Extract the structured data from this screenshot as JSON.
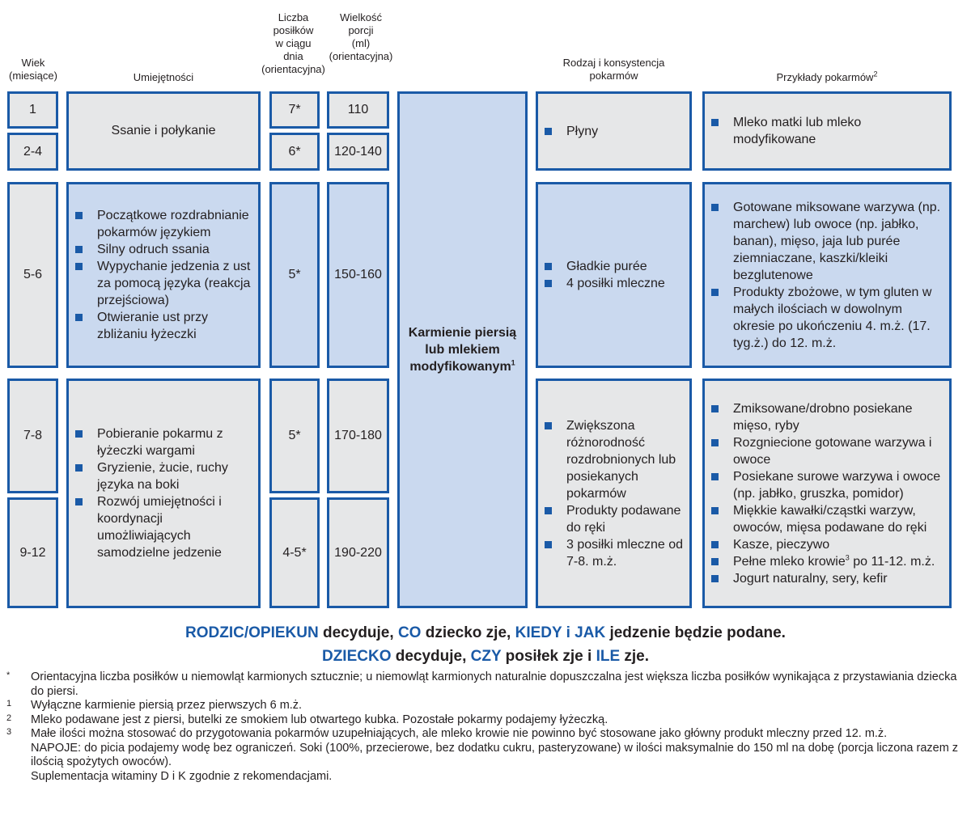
{
  "headers": {
    "age": "Wiek\n(miesiące)",
    "skills": "Umiejętności",
    "meals": "Liczba\nposiłków\nw ciągu\ndnia\n(orientacyjna)",
    "portion": "Wielkość\nporcji\n(ml)\n(orientacyjna)",
    "consistency": "Rodzaj i konsystencja\npokarmów",
    "examples": "Przykłady pokarmów",
    "examples_sup": "2"
  },
  "age": [
    "1",
    "2-4",
    "5-6",
    "7-8",
    "9-12"
  ],
  "meals": [
    "7*",
    "6*",
    "5*",
    "5*",
    "4-5*"
  ],
  "portion": [
    "110",
    "120-140",
    "150-160",
    "170-180",
    "190-220"
  ],
  "skills": {
    "row1": "Ssanie i połykanie",
    "row2": [
      "Początkowe rozdrabnianie pokarmów językiem",
      "Silny odruch ssania",
      "Wypychanie jedzenia z ust za pomocą języka (reakcja przejściowa)",
      "Otwieranie ust przy zbliżaniu łyżeczki"
    ],
    "row3": [
      "Pobieranie pokarmu z łyżeczki wargami",
      "Gryzienie, żucie, ruchy języka na boki",
      "Rozwój umiejętności i koordynacji umożliwiających samodzielne jedzenie"
    ]
  },
  "breastfeeding": {
    "text": "Karmienie piersią lub mlekiem modyfikowanym",
    "sup": "1"
  },
  "consistency": {
    "row1": [
      "Płyny"
    ],
    "row2": [
      "Gładkie purée",
      "4 posiłki mleczne"
    ],
    "row3": [
      "Zwiększona różnorodność rozdrobnionych lub posiekanych pokarmów",
      "Produkty podawane do ręki",
      "3 posiłki mleczne od 7-8. m.ż."
    ]
  },
  "examples": {
    "row1": [
      "Mleko matki lub mleko modyfikowane"
    ],
    "row2": [
      "Gotowane miksowane warzywa (np. marchew) lub owoce (np. jabłko, banan), mięso, jaja lub purée ziemniaczane, kaszki/kleiki bezglutenowe",
      "Produkty zbożowe, w tym gluten w małych ilościach w dowolnym okresie po ukończeniu 4. m.ż. (17. tyg.ż.) do 12. m.ż."
    ],
    "row3": [
      "Zmiksowane/drobno posiekane mięso, ryby",
      "Rozgniecione gotowane warzywa i owoce",
      "Posiekane surowe warzywa i owoce (np. jabłko, gruszka, pomidor)",
      "Miękkie kawałki/cząstki warzyw, owoców, mięsa podawane do ręki",
      "Kasze, pieczywo"
    ],
    "milk_pre": "Pełne mleko krowie",
    "milk_sup": "3",
    "milk_post": " po 11-12. m.ż.",
    "yogurt": "Jogurt naturalny, sery, kefir"
  },
  "message": {
    "l1a": "RODZIC/OPIEKUN",
    "l1b": " decyduje, ",
    "l1c": "CO",
    "l1d": " dziecko zje, ",
    "l1e": "KIEDY i JAK",
    "l1f": " jedzenie będzie podane.",
    "l2a": "DZIECKO",
    "l2b": " decyduje, ",
    "l2c": "CZY",
    "l2d": " posiłek zje i ",
    "l2e": "ILE",
    "l2f": " zje."
  },
  "footnotes": [
    {
      "mark": "*",
      "text": "Orientacyjna liczba posiłków u niemowląt karmionych sztucznie; u niemowląt karmionych naturalnie dopuszczalna jest większa liczba posiłków wynikająca z przystawiania dziecka do piersi."
    },
    {
      "mark": "1",
      "text": "Wyłączne karmienie piersią przez pierwszych 6 m.ż."
    },
    {
      "mark": "2",
      "text": "Mleko podawane jest z piersi, butelki ze smokiem lub otwartego kubka. Pozostałe pokarmy podajemy łyżeczką."
    },
    {
      "mark": "3",
      "text": "Małe ilości można stosować do przygotowania pokarmów uzupełniających, ale mleko krowie nie powinno być stosowane jako główny produkt mleczny przed 12. m.ż."
    },
    {
      "mark": "",
      "text": "NAPOJE: do picia podajemy wodę bez ograniczeń. Soki (100%, przecierowe, bez dodatku cukru, pasteryzowane) w ilości maksymalnie do 150 ml na dobę (porcja liczona razem z ilością spożytych owoców)."
    },
    {
      "mark": "",
      "text": "Suplementacja witaminy D i K zgodnie z rekomendacjami."
    }
  ]
}
